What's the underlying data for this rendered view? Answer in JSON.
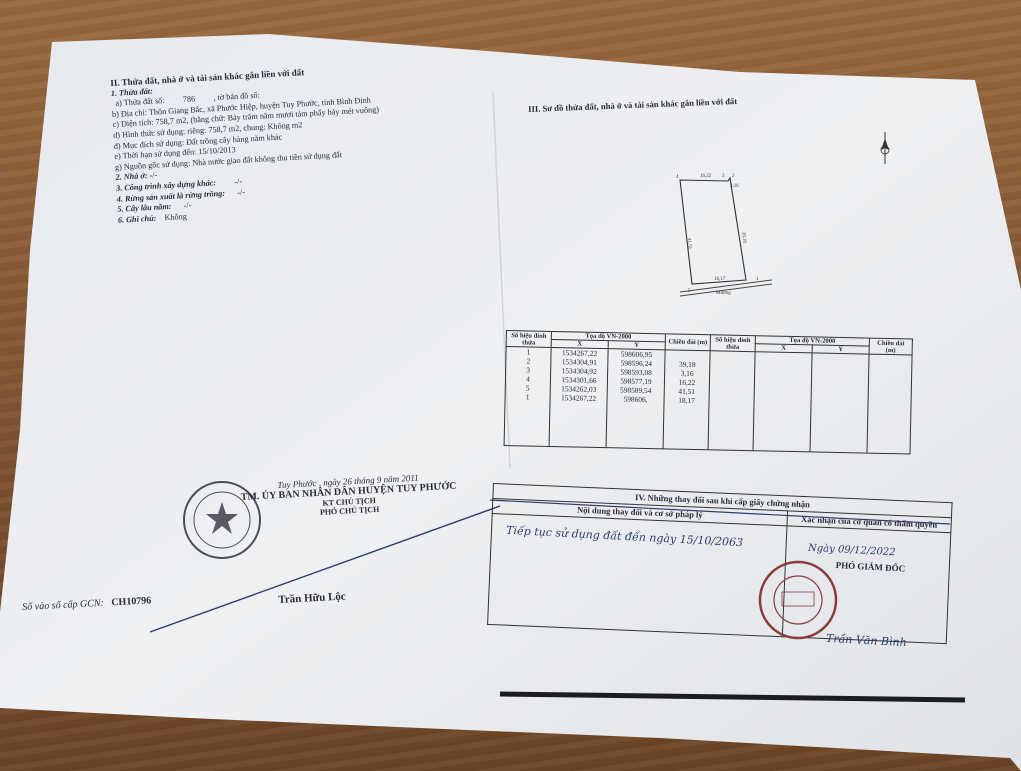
{
  "section2": {
    "title": "II. Thửa đất, nhà ở và tài sản khác gắn liền với đất",
    "l1": "1. Thửa đất:",
    "parcel_label": "a) Thửa đất số:",
    "parcel_no": "786",
    "map_label": ", tờ bản đồ số:",
    "address": "b) Địa chỉ: Thôn Giang Bắc, xã Phước Hiệp, huyện Tuy Phước, tỉnh Bình Định",
    "area": "c) Diện tích: 758,7 m2, (bằng chữ: Bảy trăm năm mươi tám phẩy bảy mét vuông)",
    "use_form": "d) Hình thức sử dụng: riêng: 758,7 m2, chung: Không m2",
    "purpose": "đ) Mục đích sử dụng: Đất trồng cây hàng năm khác",
    "term": "e) Thời hạn sử dụng đến: 15/10/2013",
    "origin": "g) Nguồn gốc sử dụng: Nhà nước giao đất không thu tiền sử dụng đất",
    "house": "2. Nhà ở:",
    "house_val": "-/-",
    "works": "3. Công trình xây dựng khác:",
    "works_val": "-/-",
    "forest": "4. Rừng sản xuất là rừng trồng:",
    "forest_val": "-/-",
    "trees": "5. Cây lâu năm:",
    "trees_val": "-/-",
    "notes": "6. Ghi chú:",
    "notes_val": "Không"
  },
  "section3": {
    "title": "III. Sơ đồ thửa đất, nhà ở và tài sản khác gắn liền với đất",
    "canal_label": "Mương",
    "sketch": {
      "top": "16,22",
      "top_short": "3,16",
      "left_side": "41,51",
      "right_side": "39,18",
      "bottom": "18,17",
      "p1": "1",
      "p2": "2",
      "p3": "3",
      "p4": "4",
      "p5": "5"
    }
  },
  "coord_table": {
    "h_point": "Số hiệu đỉnh thửa",
    "h_coords": "Tọa độ VN-2000",
    "h_x": "X",
    "h_y": "Y",
    "h_len": "Chiều dài (m)",
    "rows": [
      {
        "p": "1",
        "x": "1534267,22",
        "y": "598606,95",
        "l": ""
      },
      {
        "p": "2",
        "x": "1534304,91",
        "y": "598596,24",
        "l": "39,18"
      },
      {
        "p": "3",
        "x": "1534304,92",
        "y": "598593,08",
        "l": "3,16"
      },
      {
        "p": "4",
        "x": "1534301,66",
        "y": "598577,19",
        "l": "16,22"
      },
      {
        "p": "5",
        "x": "1534262,03",
        "y": "598589,54",
        "l": "41,51"
      },
      {
        "p": "1",
        "x": "1534267,22",
        "y": "598606,",
        "l": "18,17"
      }
    ]
  },
  "signature_left": {
    "place_date": "Tuy Phước , ngày 26 tháng 9 năm 2011",
    "authority": "TM. ỦY BAN NHÂN DÂN HUYỆN TUY PHƯỚC",
    "kt": "KT CHỦ TỊCH",
    "title": "PHÓ CHỦ TỊCH",
    "name": "Trần Hữu Lộc",
    "registry_label": "Số vào sổ cấp GCN:",
    "registry_no": "CH10796"
  },
  "section4": {
    "title": "IV. Những thay đổi sau khi cấp giấy chứng nhận",
    "col1": "Nội dung thay đổi và cơ sở pháp lý",
    "col2": "Xác nhận của cơ quan có thẩm quyền",
    "entry": "Tiếp tục sử dụng đất đến ngày 15/10/2063",
    "confirm_date": "Ngày 09/12/2022",
    "confirm_title": "PHÓ GIÁM ĐỐC",
    "confirm_name": "Trần Văn Bình"
  },
  "colors": {
    "paper": "#e9ecef",
    "ink": "#2a2a3a",
    "stamp": "#8a3b3b",
    "pen": "#2a3c6a"
  }
}
